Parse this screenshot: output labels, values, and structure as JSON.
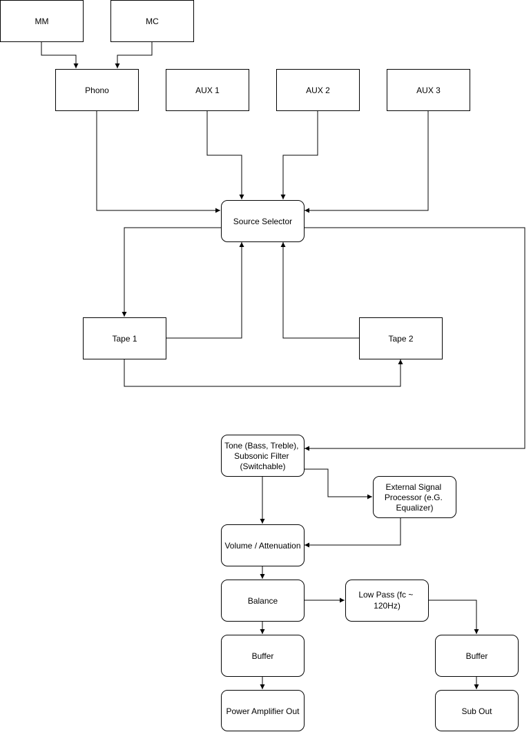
{
  "nodes": {
    "mm": "MM",
    "mc": "MC",
    "phono": "Phono",
    "aux1": "AUX 1",
    "aux2": "AUX 2",
    "aux3": "AUX 3",
    "source_selector": "Source Selector",
    "tape1": "Tape 1",
    "tape2": "Tape 2",
    "tone": [
      "Tone (Bass, Treble),",
      "Subsonic Filter",
      "(Switchable)"
    ],
    "external_processor": [
      "External Signal",
      "Processor (e.G.",
      "Equalizer)"
    ],
    "volume": "Volume / Attenuation",
    "balance": "Balance",
    "low_pass": [
      "Low Pass (fc ~",
      "120Hz)"
    ],
    "buffer_main": "Buffer",
    "buffer_sub": "Buffer",
    "power_amp_out": "Power Amplifier Out",
    "sub_out": "Sub Out"
  }
}
